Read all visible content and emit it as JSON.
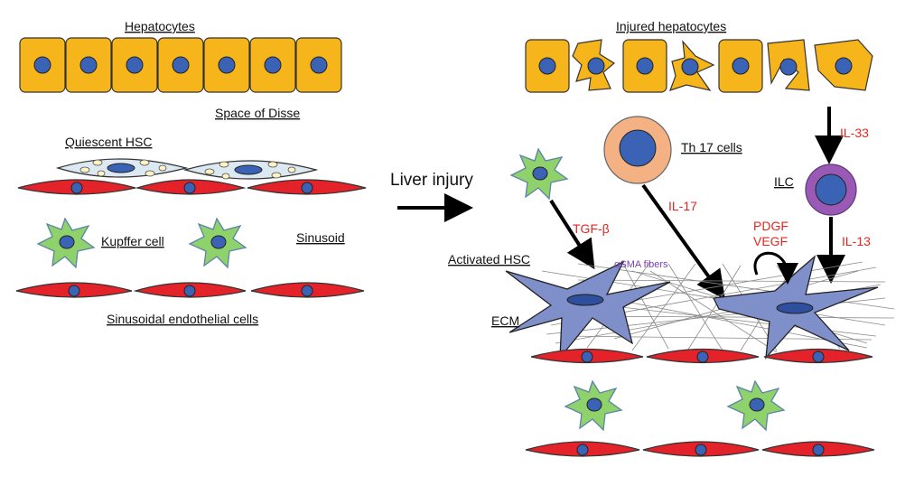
{
  "labels": {
    "hepatocytes": "Hepatocytes",
    "injured_hepatocytes": "Injured hepatocytes",
    "space_of_disse": "Space of Disse",
    "quiescent_hsc": "Quiescent HSC",
    "kupffer_cell": "Kupffer cell",
    "sinusoid": "Sinusoid",
    "sinusoidal_endothelial_cells": "Sinusoidal endothelial cells",
    "liver_injury": "Liver injury",
    "th17_cells": "Th 17 cells",
    "ilc": "ILC",
    "activated_hsc": "Activated HSC",
    "ecm": "ECM",
    "asma_fibers": "αSMA fibers"
  },
  "signals": {
    "tgf_beta": "TGF-β",
    "il_17": "IL-17",
    "il_33": "IL-33",
    "il_13": "IL-13",
    "pdgf": "PDGF",
    "vegf": "VEGF"
  },
  "colors": {
    "hepatocyte_fill": "#f7b51c",
    "nucleus_blue": "#3b63b5",
    "endothelial_red": "#e3222a",
    "kupffer_green": "#8fd16b",
    "quiescent_hsc_fill": "#dce8f2",
    "lipid_droplet": "#fff3c4",
    "activated_hsc_fill": "#7e8fc9",
    "th17_fill": "#f4b183",
    "ilc_fill": "#9b59b6",
    "label_red": "#e8251f",
    "asma_purple": "#7a3fb0"
  }
}
